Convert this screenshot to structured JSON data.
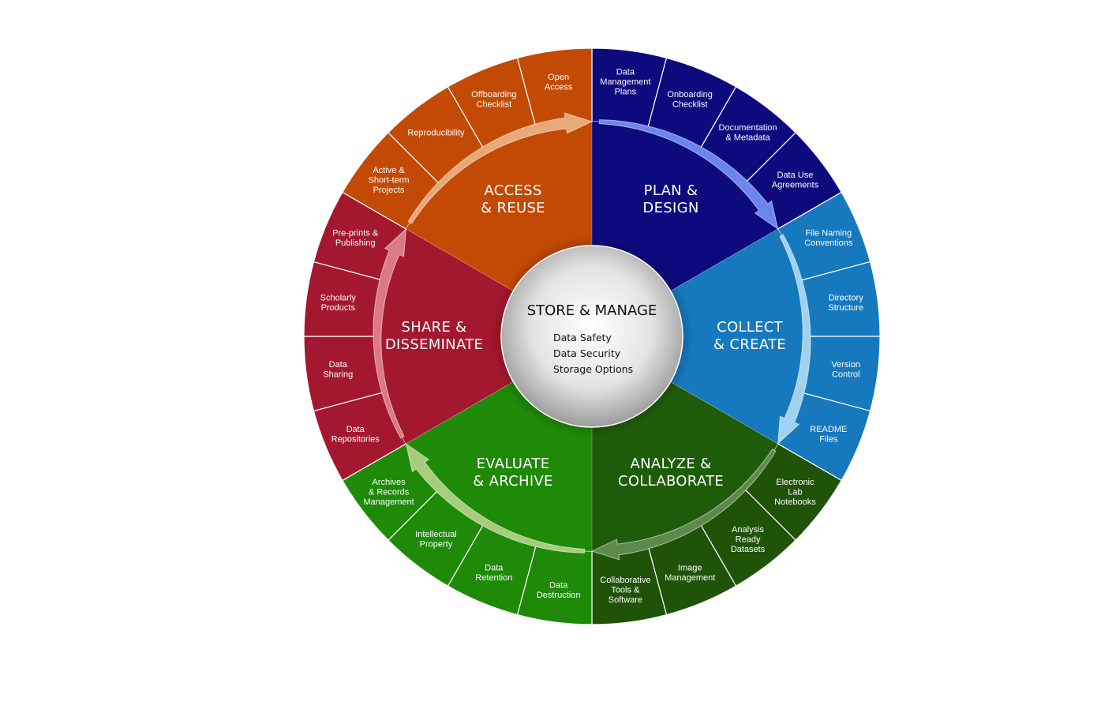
{
  "center": {
    "title": "STORE & MANAGE",
    "items": [
      "Data Safety",
      "Data Security",
      "Storage Options"
    ]
  },
  "phases": [
    {
      "id": "plan-design",
      "title_lines": [
        "PLAN &",
        "DESIGN"
      ],
      "inner_color": "#0d0a7e",
      "outer_color": "#0d0a7e",
      "arrow_color": "#6a85f0",
      "items": [
        [
          "Data",
          "Management",
          "Plans"
        ],
        [
          "Onboarding",
          "Checklist"
        ],
        [
          "Documentation",
          "& Metadata"
        ],
        [
          "Data Use",
          "Agreements"
        ]
      ]
    },
    {
      "id": "collect-create",
      "title_lines": [
        "COLLECT",
        "& CREATE"
      ],
      "inner_color": "#1678bd",
      "outer_color": "#1678bd",
      "arrow_color": "#9fd2ee",
      "items": [
        [
          "File Naming",
          "Conventions"
        ],
        [
          "Directory",
          "Structure"
        ],
        [
          "Version",
          "Control"
        ],
        [
          "README",
          "Files"
        ]
      ]
    },
    {
      "id": "analyze-collaborate",
      "title_lines": [
        "ANALYZE &",
        "COLLABORATE"
      ],
      "inner_color": "#1f5c0a",
      "outer_color": "#1f5308",
      "arrow_color": "#5d8a4c",
      "items": [
        [
          "Electronic",
          "Lab",
          "Notebooks"
        ],
        [
          "Analysis",
          "Ready",
          "Datasets"
        ],
        [
          "Image",
          "Management"
        ],
        [
          "Collaborative",
          "Tools &",
          "Software"
        ]
      ]
    },
    {
      "id": "evaluate-archive",
      "title_lines": [
        "EVALUATE",
        "& ARCHIVE"
      ],
      "inner_color": "#1e8a08",
      "outer_color": "#1e8a08",
      "arrow_color": "#a6cc7c",
      "items": [
        [
          "Data",
          "Destruction"
        ],
        [
          "Data",
          "Retention"
        ],
        [
          "Intellectual",
          "Property"
        ],
        [
          "Archives",
          "& Records",
          "Management"
        ]
      ]
    },
    {
      "id": "share-disseminate",
      "title_lines": [
        "SHARE &",
        "DISSEMINATE"
      ],
      "inner_color": "#a3182f",
      "outer_color": "#a3182f",
      "arrow_color": "#d97a84",
      "items": [
        [
          "Data",
          "Repositories"
        ],
        [
          "Data",
          "Sharing"
        ],
        [
          "Scholarly",
          "Products"
        ],
        [
          "Pre-prints &",
          "Publishing"
        ]
      ]
    },
    {
      "id": "access-reuse",
      "title_lines": [
        "ACCESS",
        "& REUSE"
      ],
      "inner_color": "#c34a05",
      "outer_color": "#c34a05",
      "arrow_color": "#e9a877",
      "items": [
        [
          "Active &",
          "Short-term",
          "Projects"
        ],
        [
          "Reproducibility"
        ],
        [
          "Offboarding",
          "Checklist"
        ],
        [
          "Open",
          "Access"
        ]
      ]
    }
  ]
}
